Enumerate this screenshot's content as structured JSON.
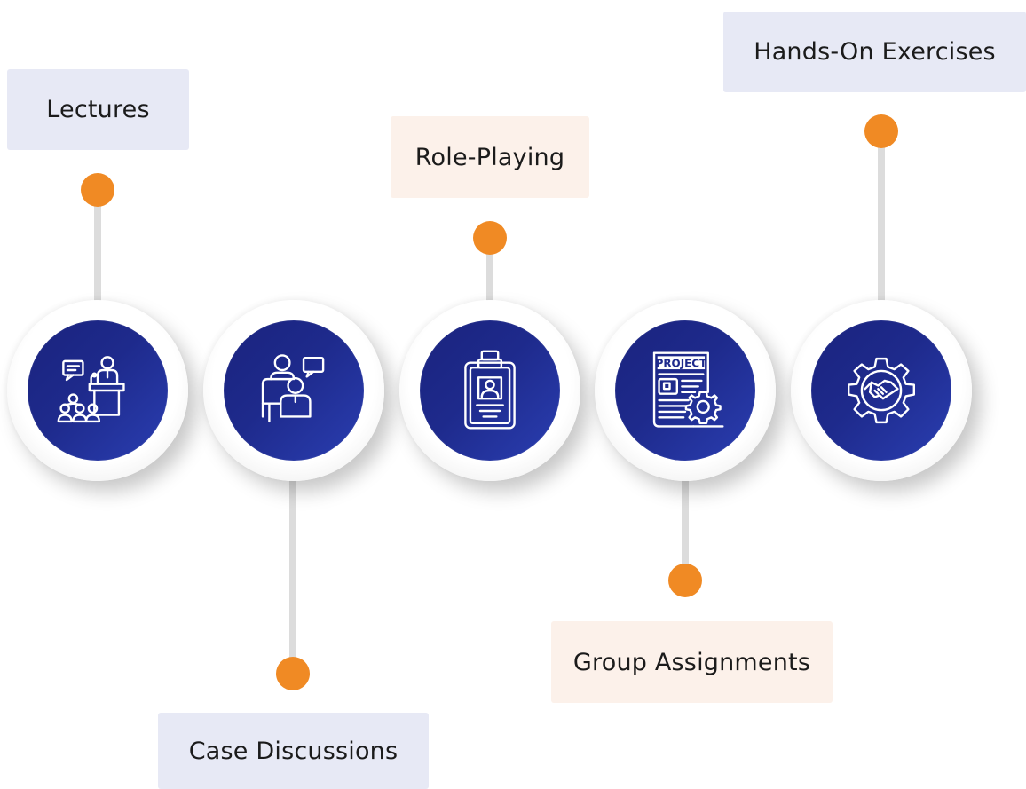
{
  "steps": [
    {
      "label": "Lectures",
      "icon": "lecture-icon"
    },
    {
      "label": "Case Discussions",
      "icon": "case-discussion-icon"
    },
    {
      "label": "Role-Playing",
      "icon": "id-badge-icon"
    },
    {
      "label": "Group Assignments",
      "icon": "project-document-icon",
      "icon_text": "PROJECT"
    },
    {
      "label": "Hands-On Exercises",
      "icon": "handshake-gear-icon"
    }
  ],
  "colors": {
    "accent_dot": "#f08a24",
    "disc": "#1e2a8c",
    "label_lavender": "#e7e9f5",
    "label_peach": "#fcf1ea",
    "connector": "#dcdcdc"
  }
}
